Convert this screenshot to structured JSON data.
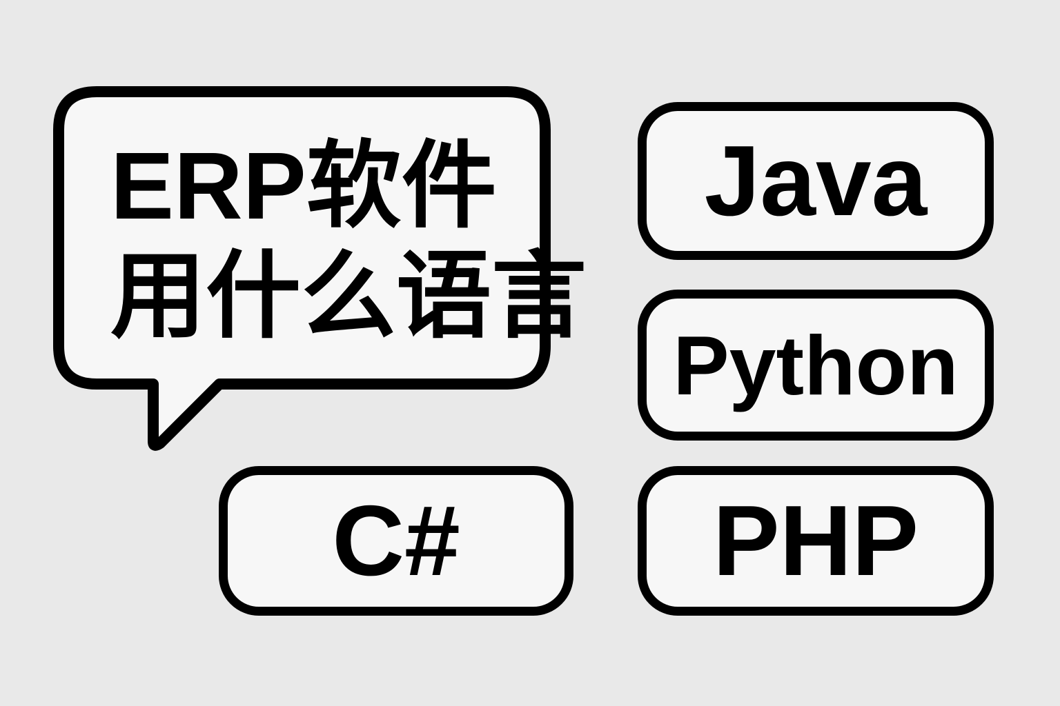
{
  "question": {
    "line1": "ERP软件",
    "line2": "用什么语言"
  },
  "languages": {
    "java": "Java",
    "python": "Python",
    "csharp": "C#",
    "php": "PHP"
  },
  "colors": {
    "background": "#e9e9e9",
    "box_fill": "#f7f7f7",
    "stroke": "#000000"
  }
}
